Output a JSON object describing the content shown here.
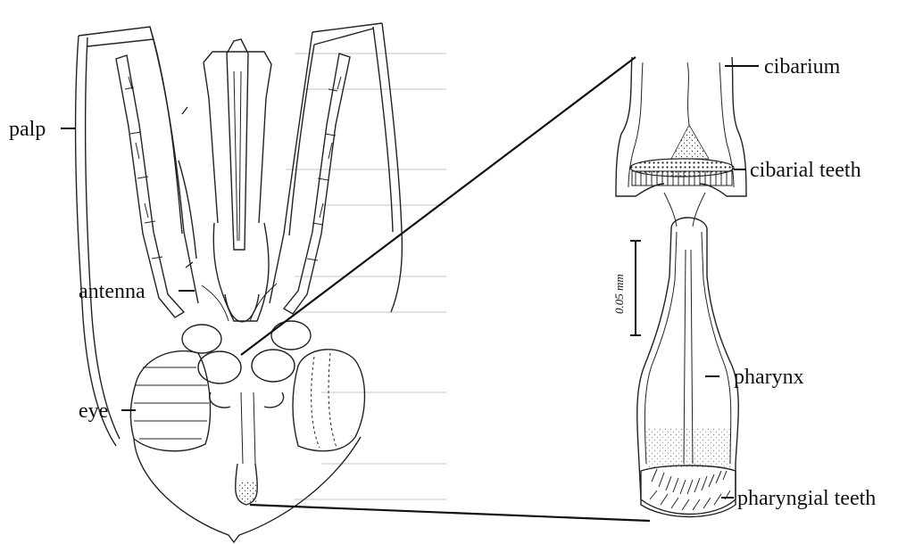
{
  "labels": {
    "palp": "palp",
    "antenna": "antenna",
    "eye": "eye",
    "cibarium": "cibarium",
    "cibarial_teeth": "cibarial teeth",
    "pharynx": "pharynx",
    "pharyngial_teeth": "pharyngial teeth"
  },
  "scale_bar": {
    "text": "0.05 mm"
  },
  "colors": {
    "ink": "#222222",
    "background": "#ffffff"
  }
}
